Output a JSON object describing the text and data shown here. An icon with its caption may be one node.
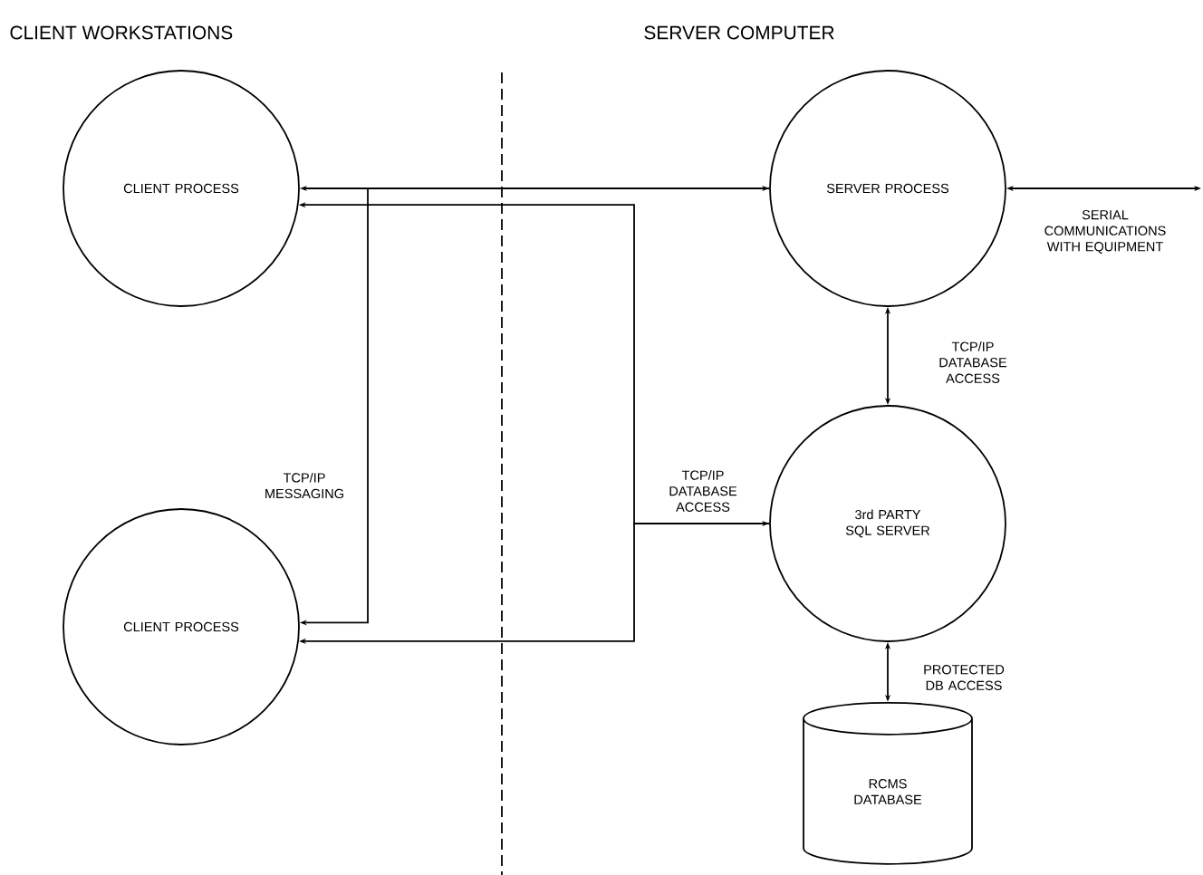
{
  "diagram": {
    "nodes": [
      {
        "text": [
          "CLIENT PROCESS"
        ]
      },
      {
        "text": [
          "SERVER PROCESS"
        ]
      },
      {
        "text": [
          "3rd PARTY SQL SERVER"
        ]
      },
      {
        "text": [
          "CLIENT PROCESS"
        ]
      },
      {
        "text": [
          "RCMS DATABASE"
        ]
      }
    ],
    "edges": [
      {
        "from": 0,
        "to": 1,
        "arrow": "both"
      },
      {
        "from": 1,
        "to": 3,
        "arrow": "to",
        "label": "TCP/IP MESSAGING"
      },
      {
        "from": 0,
        "to": 2,
        "arrow": "both"
      },
      {
        "from": 2,
        "to": 3,
        "arrow": "to",
        "label": "TCP/IP DATABASE ACCESS"
      },
      {
        "from": 1,
        "to": 2,
        "arrow": "both",
        "label": "TCP/IP DATABASE ACCESS"
      },
      {
        "from": 1,
        "to": null,
        "arrow": "both",
        "label": "SERIAL COMMUNICATIONS WITH EQUIPMENT"
      },
      {
        "from": 2,
        "to": 4,
        "arrow": "both",
        "label": "PROTECTED DB ACCESS"
      }
    ],
    "labels": [
      "CLIENT WORKSTATIONS",
      "SERVER COMPUTER"
    ]
  }
}
